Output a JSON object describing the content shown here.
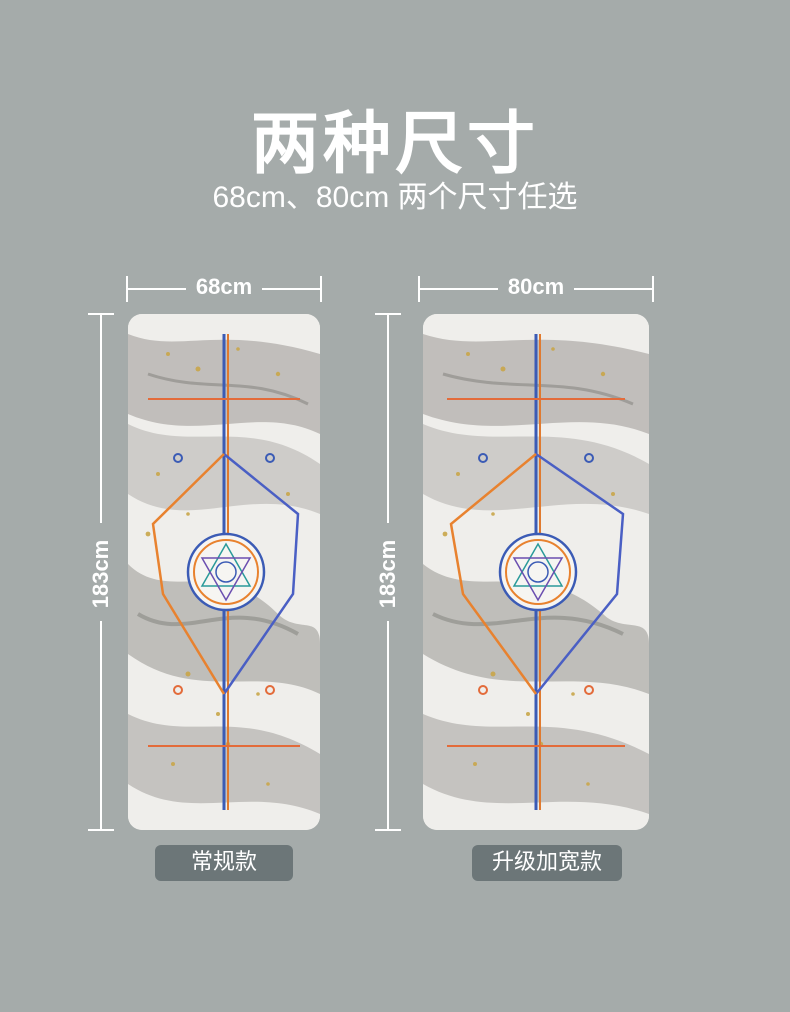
{
  "header": {
    "title": "两种尺寸",
    "subtitle": "68cm、80cm 两个尺寸任选"
  },
  "products": [
    {
      "width_label": "68cm",
      "height_label": "183cm",
      "badge": "常规款"
    },
    {
      "width_label": "80cm",
      "height_label": "183cm",
      "badge": "升级加宽款"
    }
  ],
  "colors": {
    "background": "#a5abaa",
    "badge": "#6c7678",
    "text": "#ffffff",
    "marble_gray": "#8a8884",
    "gold": "#c9a64a"
  },
  "icons": [
    "om-mandala-icon"
  ]
}
